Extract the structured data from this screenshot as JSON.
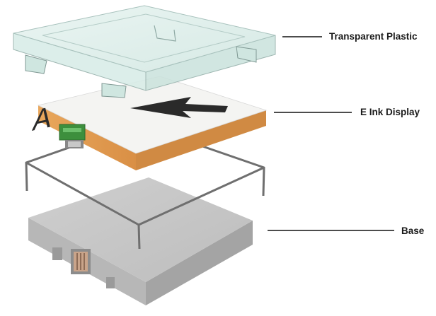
{
  "diagram": {
    "layers": [
      {
        "id": "plastic",
        "label": "Transparent Plastic"
      },
      {
        "id": "eink",
        "label": "E Ink Display"
      },
      {
        "id": "base",
        "label": "Base"
      }
    ],
    "display_glyph": "A",
    "colors": {
      "plastic_fill": "#dff0ec",
      "plastic_edge": "#9fb7b2",
      "display_top": "#f4f4f2",
      "display_side": "#e6a25a",
      "frame": "#6f6f6f",
      "base_top": "#c4c4c4",
      "base_front": "#b4b4b4",
      "base_side": "#a6a6a6",
      "connector": "#3d8f3d",
      "leader_line": "#111111"
    }
  }
}
